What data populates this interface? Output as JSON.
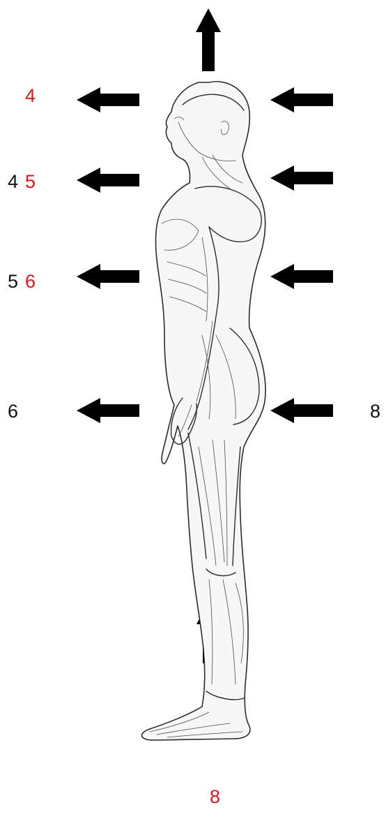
{
  "labels": {
    "row1": {
      "red": "4"
    },
    "row2": {
      "black": "4",
      "red": "5"
    },
    "row3": {
      "black": "5",
      "red": "6"
    },
    "row4": {
      "black": "6"
    },
    "right_side": {
      "black": "8"
    },
    "bottom": {
      "red": "8"
    }
  },
  "colors": {
    "highlight": "#e8141b",
    "text": "#111111",
    "line": "#2a2a2a"
  },
  "icons": [
    "arrow-up-icon",
    "arrow-left-icon",
    "arrow-left-icon",
    "arrow-left-icon",
    "arrow-left-icon",
    "arrow-left-icon",
    "arrow-left-icon",
    "arrow-left-icon",
    "arrow-left-icon",
    "arrow-up-icon"
  ],
  "figure": "anatomical-figure-side-view"
}
